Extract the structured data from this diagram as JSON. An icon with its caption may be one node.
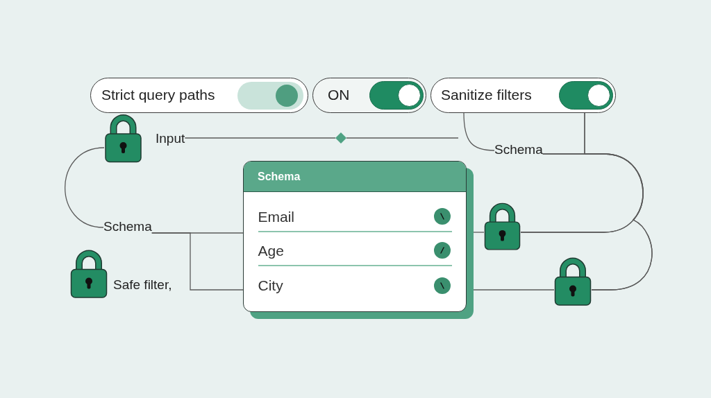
{
  "diagram": {
    "nodes": [
      {
        "text": [
          "Strict query paths"
        ]
      },
      {
        "text": [
          "ON"
        ]
      },
      {
        "text": [
          "Sanitize filters"
        ]
      },
      {
        "text": [],
        "shape": "picture"
      },
      {
        "text": [
          "Input"
        ]
      },
      {
        "text": [],
        "shape": "diamond"
      },
      {
        "text": [
          "Schema"
        ]
      },
      {
        "text": [
          "Schema"
        ]
      },
      {
        "text": [
          "Email"
        ],
        "in": 7
      },
      {
        "text": [
          "Age"
        ],
        "in": 7
      },
      {
        "text": [
          "City"
        ],
        "in": 7
      },
      {
        "text": [],
        "shape": "picture"
      },
      {
        "text": [
          "Schema"
        ]
      },
      {
        "text": [],
        "shape": "picture",
        "beside": [
          "Safe filter,"
        ]
      },
      {
        "text": [],
        "shape": "picture"
      }
    ],
    "edges": [
      {
        "from": 3,
        "to": 12,
        "arrow": "none"
      },
      {
        "from": 4,
        "to": 5,
        "arrow": "none"
      },
      {
        "from": 5,
        "to": null,
        "arrow": "none"
      },
      {
        "from": 2,
        "to": 6,
        "arrow": "none"
      },
      {
        "from": 6,
        "to": 11,
        "arrow": "none"
      },
      {
        "from": 2,
        "to": 11,
        "arrow": "none"
      },
      {
        "from": 6,
        "to": 14,
        "arrow": "none"
      },
      {
        "from": 2,
        "to": 14,
        "arrow": "none"
      },
      {
        "from": 11,
        "to": 7,
        "arrow": "none"
      },
      {
        "from": 14,
        "to": 10,
        "arrow": "none"
      },
      {
        "from": 12,
        "to": 7,
        "arrow": "none"
      },
      {
        "from": 12,
        "to": 10,
        "arrow": "none"
      }
    ]
  }
}
